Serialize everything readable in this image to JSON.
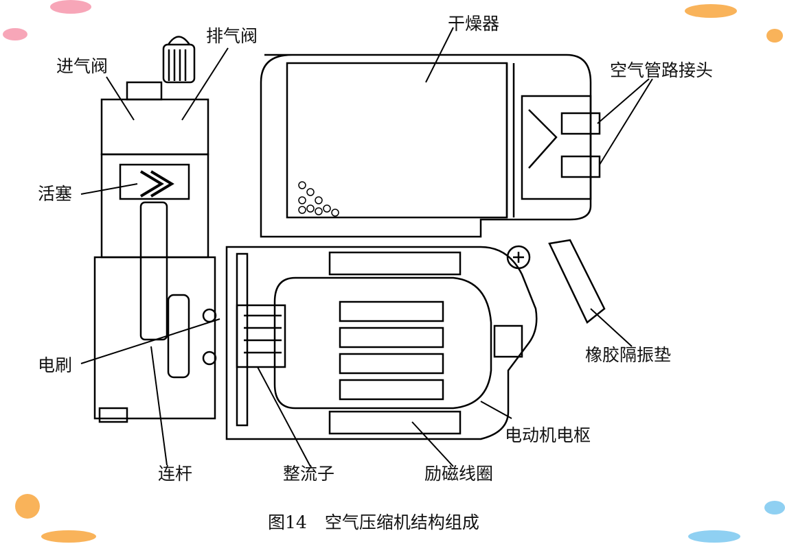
{
  "labels": {
    "dryer": "干燥器",
    "exhaust_valve": "排气阀",
    "intake_valve": "进气阀",
    "air_line_connector": "空气管路接头",
    "piston": "活塞",
    "brush": "电刷",
    "rubber_isolation_pad": "橡胶隔振垫",
    "motor_armature": "电动机电枢",
    "connecting_rod": "连杆",
    "commutator": "整流子",
    "field_coil": "励磁线圈"
  },
  "caption": {
    "number": "图14",
    "title": "空气压缩机结构组成"
  },
  "colors": {
    "line": "#000000",
    "background": "#ffffff",
    "deco_pink": "#f7a6b8",
    "deco_orange": "#f9b35a",
    "deco_blue": "#8fd0f2"
  }
}
